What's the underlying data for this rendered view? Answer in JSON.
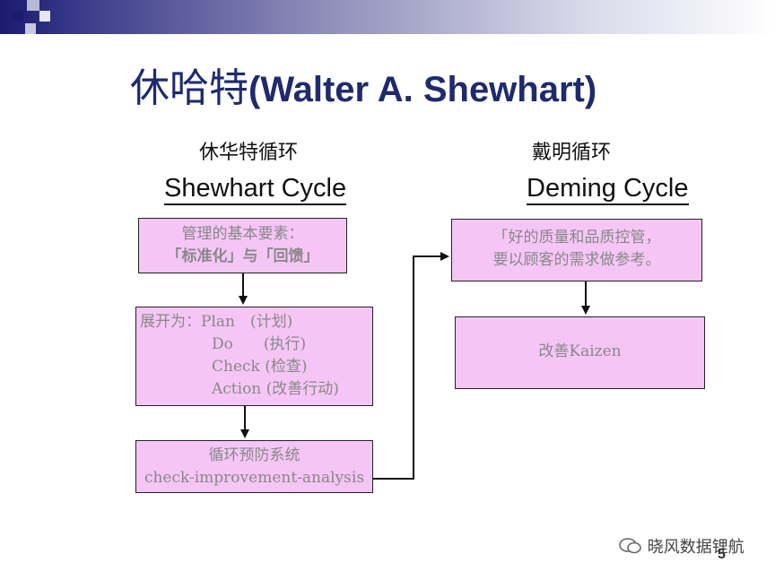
{
  "slide": {
    "title_cn": "休哈特",
    "title_en": "(Walter A. Shewhart)",
    "page_number": "5"
  },
  "left": {
    "heading_cn": "休华特循环",
    "heading_en": "Shewhart Cycle",
    "box1": {
      "line1": "管理的基本要素：",
      "line2": "「标准化」与「回馈」"
    },
    "box2": {
      "line1": "展开为：Plan　(计划)",
      "line2": "Do　　(执行)",
      "line3": "Check (检查)",
      "line4": "Action (改善行动)"
    },
    "box3": {
      "line1": "循环预防系统",
      "line2": "check-improvement-analysis"
    }
  },
  "right": {
    "heading_cn": "戴明循环",
    "heading_en": "Deming Cycle",
    "box1": {
      "line1": "「好的质量和品质控管，",
      "line2": "要以顾客的需求做参考。"
    },
    "box2": {
      "line1": "改善Kaizen"
    }
  },
  "watermark": {
    "text": "晓风数据锂航",
    "icon": "wechat-icon"
  },
  "colors": {
    "box_fill": "#f5c6f5",
    "title": "#1f2a6e",
    "topbar": "#1a1a6e"
  }
}
